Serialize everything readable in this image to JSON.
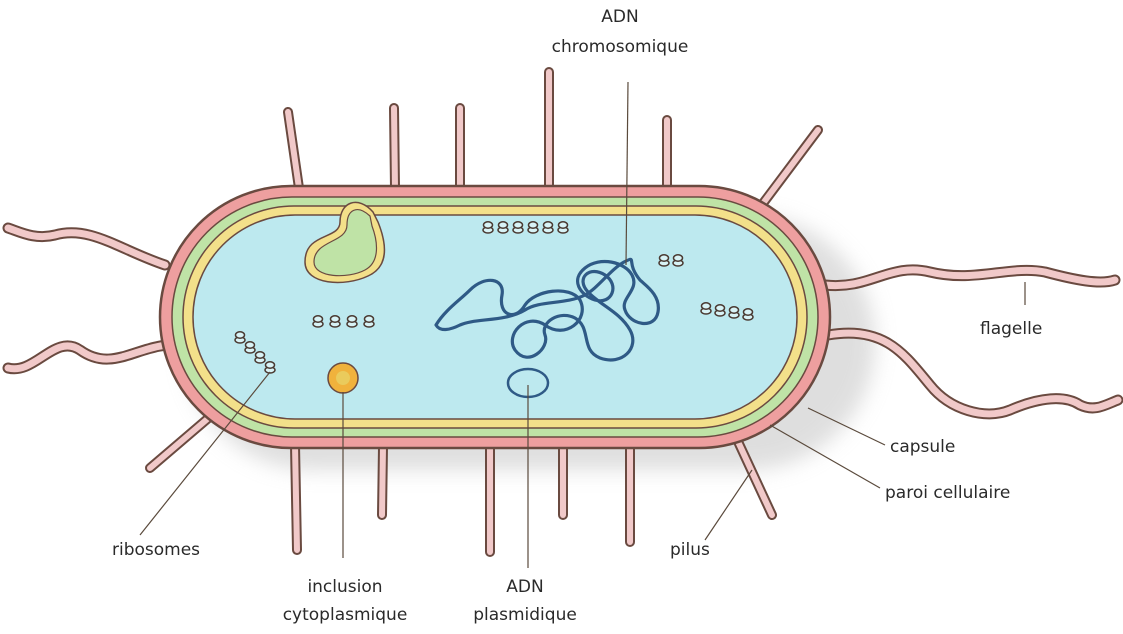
{
  "labels": {
    "adn_chromosomique_line1": "ADN",
    "adn_chromosomique_line2": "chromosomique",
    "flagelle": "flagelle",
    "capsule": "capsule",
    "paroi_cellulaire": "paroi cellulaire",
    "pilus": "pilus",
    "ribosomes": "ribosomes",
    "inclusion_line1": "inclusion",
    "inclusion_line2": "cytoplasmique",
    "adn_plasmidique_line1": "ADN",
    "adn_plasmidique_line2": "plasmidique"
  },
  "colors": {
    "outer_wall": "#ee9f9f",
    "capsule_layer": "#bfe3a6",
    "membrane": "#f3e08a",
    "cytoplasm": "#bde9ef",
    "dna": "#2f5a86",
    "inclusion": "#f0b23c",
    "pilus_fill": "#f1c9c9",
    "outline": "#6a4a40"
  },
  "icons": {
    "ribosome": "ribosome-icon",
    "inclusion": "inclusion-icon",
    "plasmid": "plasmid-icon"
  }
}
